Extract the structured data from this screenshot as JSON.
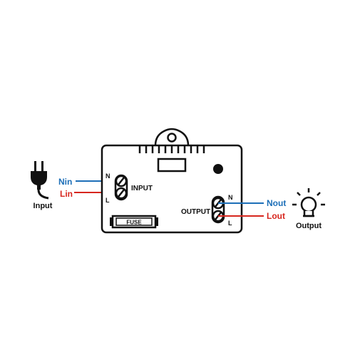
{
  "left": {
    "plug_icon": "power-plug-icon",
    "caption": "Input",
    "n_wire": "Nin",
    "l_wire": "Lin"
  },
  "right": {
    "bulb_icon": "light-bulb-icon",
    "caption": "Output",
    "n_wire": "Nout",
    "l_wire": "Lout"
  },
  "module": {
    "input_label": "INPUT",
    "output_label": "OUTPUT",
    "input_n": "N",
    "input_l": "L",
    "output_n": "N",
    "output_l": "L",
    "fuse_label": "FUSE"
  },
  "colors": {
    "neutral": "#1d6fb8",
    "live": "#d7261e",
    "outline": "#111111"
  }
}
